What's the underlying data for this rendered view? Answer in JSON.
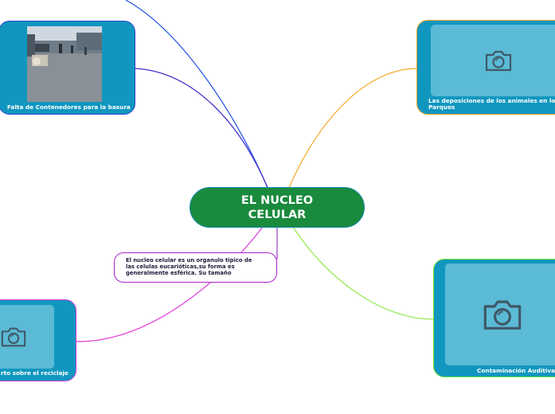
{
  "center": {
    "line1": "EL NUCLEO",
    "line2": "CELULAR"
  },
  "note": {
    "line1": "El nucleo celular es un organulo tipico de",
    "line2": "las celulas eucarióticas,su forma es",
    "line3": "generalmente esférica. Su tamaño"
  },
  "topics": [
    {
      "label": "Falta de Contenedores para la basura",
      "border_color": "#2b45d8",
      "media": "photo"
    },
    {
      "label1": "Las deposiciones de los animales en los",
      "label2": "Parques",
      "border_color": "#f5a623",
      "media": "camera-icon"
    },
    {
      "label": "Contaminación Auditiva",
      "border_color": "#7de83a",
      "media": "camera-icon"
    },
    {
      "label": "rto sobre el reciclaje",
      "border_color": "#d63ad6",
      "media": "camera-icon"
    }
  ],
  "colors": {
    "center_fill": "#1a8a3c",
    "topic_fill": "#1197bf",
    "placeholder_fill": "#5bbad6",
    "link_blue": "#1f4fe8",
    "link_indigo": "#3b2fc8",
    "link_orange": "#f5a623",
    "link_green": "#8ee84a",
    "link_magenta": "#e23ad8",
    "link_purple": "#9a3fc8"
  }
}
